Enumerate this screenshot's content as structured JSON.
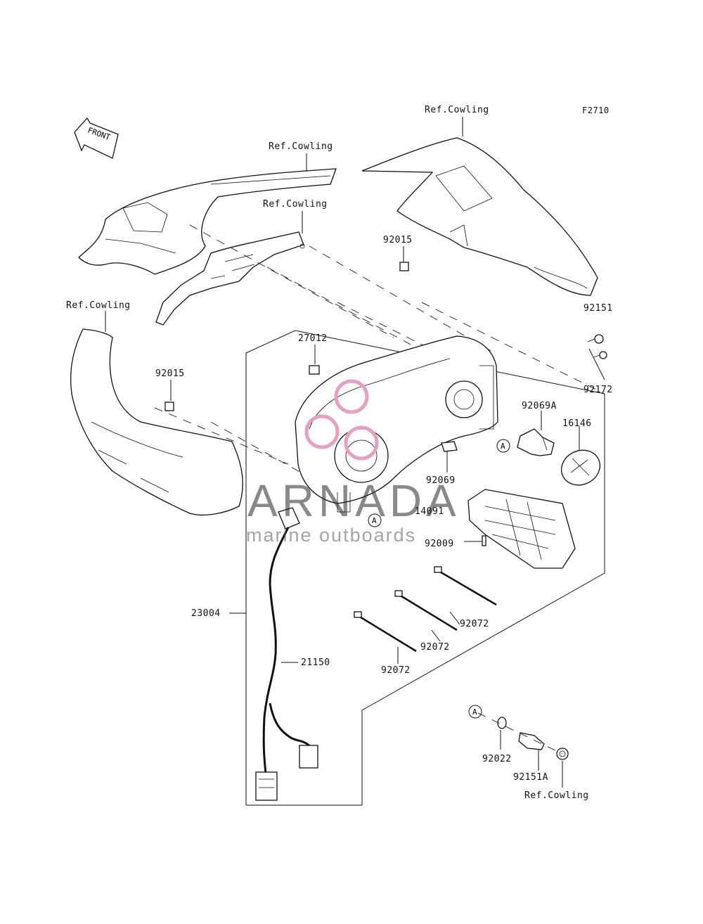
{
  "figure_code": "F2710",
  "front_marker": "FRONT",
  "callout_letter": "A",
  "labels": {
    "ref_cowling_top_right": "Ref.Cowling",
    "ref_cowling_upper_mid": "Ref.Cowling",
    "ref_cowling_mid": "Ref.Cowling",
    "ref_cowling_left": "Ref.Cowling",
    "ref_cowling_bottom": "Ref.Cowling",
    "p92015_right": "92015",
    "p92015_left": "92015",
    "p92151": "92151",
    "p27012": "27012",
    "p92172": "92172",
    "p92069A": "92069A",
    "p16146": "16146",
    "p92069": "92069",
    "p14091": "14091",
    "p92009": "92009",
    "p23004": "23004",
    "p92072_a": "92072",
    "p92072_b": "92072",
    "p92072_c": "92072",
    "p21150": "21150",
    "p92022": "92022",
    "p92151A": "92151A"
  },
  "watermark": {
    "brand": "ARNADA",
    "tagline": "marine outboards",
    "logo_color": "#e8a0c0"
  }
}
